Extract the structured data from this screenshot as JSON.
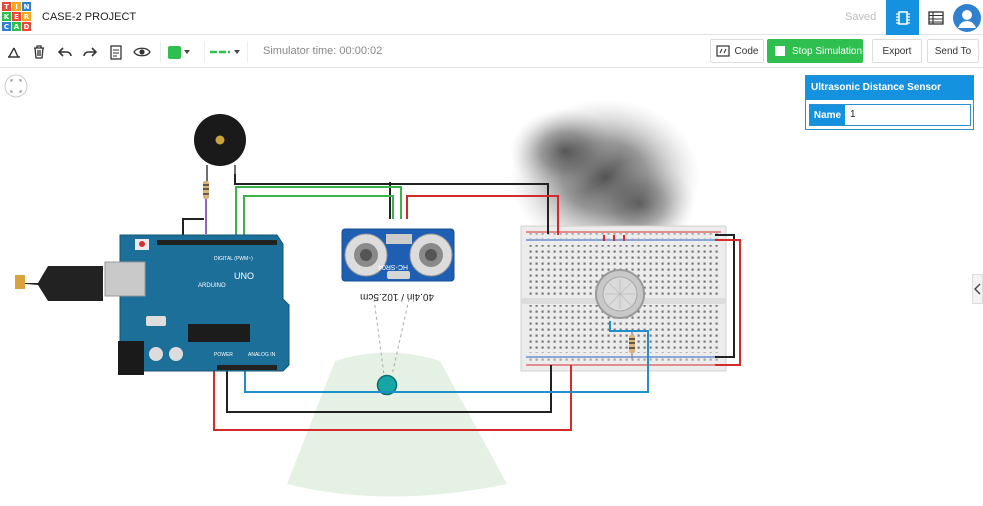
{
  "app": {
    "logo_letters": [
      "T",
      "I",
      "N",
      "K",
      "E",
      "R",
      "C",
      "A",
      "D"
    ],
    "logo_colors": [
      "#e84834",
      "#f5a623",
      "#2f80cf",
      "#2fbf4f",
      "#e84834",
      "#f5a623",
      "#2f80cf",
      "#2fbf4f",
      "#e84834"
    ],
    "project_title": "CASE-2 PROJECT",
    "saved_label": "Saved"
  },
  "toolbar": {
    "simulator_time": "Simulator time: 00:00:02",
    "code_label": "Code",
    "stop_simulation_label": "Stop Simulation",
    "export_label": "Export",
    "send_to_label": "Send To",
    "fill_color": "#2fbf4f"
  },
  "inspector": {
    "title": "Ultrasonic Distance Sensor",
    "name_label": "Name",
    "name_value": "1"
  },
  "circuit": {
    "sensor_reading": "40.4in / 102.5cm",
    "sensor_model": "HC-SR04",
    "arduino_brand": "ARDUINO",
    "arduino_model": "UNO",
    "digital_label": "DIGITAL (PWM~)",
    "power_label": "POWER",
    "analog_label": "ANALOG IN"
  },
  "colors": {
    "accent_blue": "#1492e0",
    "green": "#2fbf4f",
    "wire_red": "#d42a2a",
    "wire_black": "#222222",
    "wire_green": "#3bb34a",
    "wire_blue": "#1f8fc9",
    "board_teal": "#1b6f98"
  }
}
